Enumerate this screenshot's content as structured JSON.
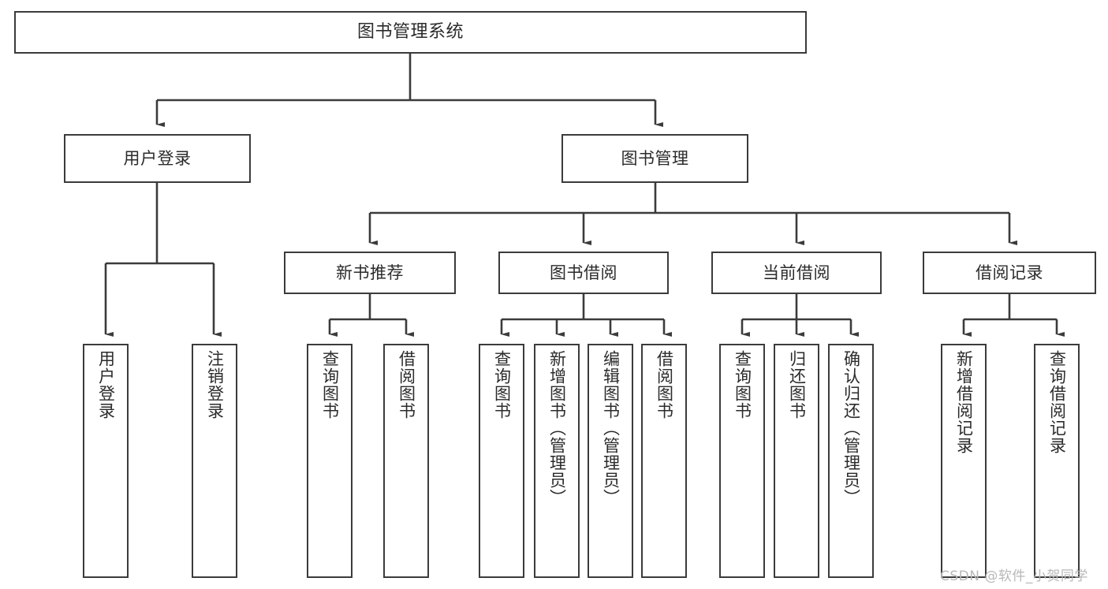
{
  "diagram": {
    "title": "图书管理系统",
    "type": "hierarchy-tree",
    "watermark": "CSDN @软件_小贺同学",
    "colors": {
      "border": "#3b3b3b",
      "fill": "#ffffff",
      "line": "#3b3b3b",
      "text": "#2b2b2b",
      "watermark": "#b8b8b8"
    },
    "nodes": {
      "root": {
        "label": "图书管理系统"
      },
      "level1": [
        {
          "label": "用户登录"
        },
        {
          "label": "图书管理"
        }
      ],
      "level2": [
        {
          "label": "新书推荐"
        },
        {
          "label": "图书借阅"
        },
        {
          "label": "当前借阅"
        },
        {
          "label": "借阅记录"
        }
      ],
      "leaves": {
        "user_login": [
          {
            "label": "用户登录"
          },
          {
            "label": "注销登录"
          }
        ],
        "new_book": [
          {
            "label": "查询图书"
          },
          {
            "label": "借阅图书"
          }
        ],
        "book_borrow": [
          {
            "label": "查询图书"
          },
          {
            "label": "新增图书（管理员）"
          },
          {
            "label": "编辑图书（管理员）"
          },
          {
            "label": "借阅图书"
          }
        ],
        "current_borrow": [
          {
            "label": "查询图书"
          },
          {
            "label": "归还图书"
          },
          {
            "label": "确认归还（管理员）"
          }
        ],
        "borrow_record": [
          {
            "label": "新增借阅记录"
          },
          {
            "label": "查询借阅记录"
          }
        ]
      }
    }
  }
}
